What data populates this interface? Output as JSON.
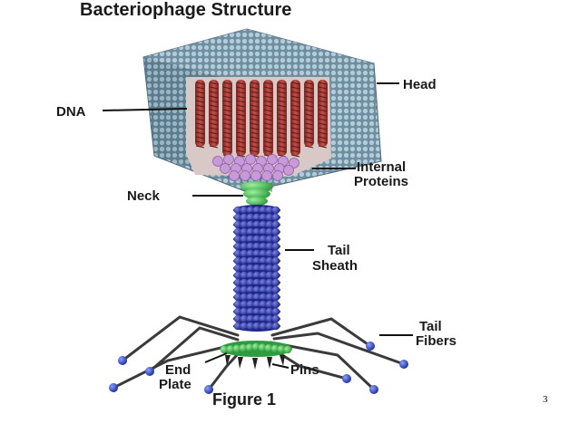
{
  "diagram": {
    "title": "Bacteriophage Structure",
    "caption": "Figure 1",
    "page_number": "3",
    "labels": {
      "head": "Head",
      "dna": "DNA",
      "internal_proteins_line1": "Internal",
      "internal_proteins_line2": "Proteins",
      "neck": "Neck",
      "tail_sheath_line1": "Tail",
      "tail_sheath_line2": "Sheath",
      "tail_fibers_line1": "Tail",
      "tail_fibers_line2": "Fibers",
      "end_plate_line1": "End",
      "end_plate_line2": "Plate",
      "pins": "Pins"
    },
    "colors": {
      "capsid": "#7f9fb0",
      "capsid_dot": "#a9c4d2",
      "dna": "#a0342f",
      "internal_proteins": "#c79ad8",
      "neck": "#5ac85a",
      "tail_sheath": "#2f3aa8",
      "end_plate": "#3fbf4f",
      "tail_fiber": "#3a3a3a"
    }
  }
}
